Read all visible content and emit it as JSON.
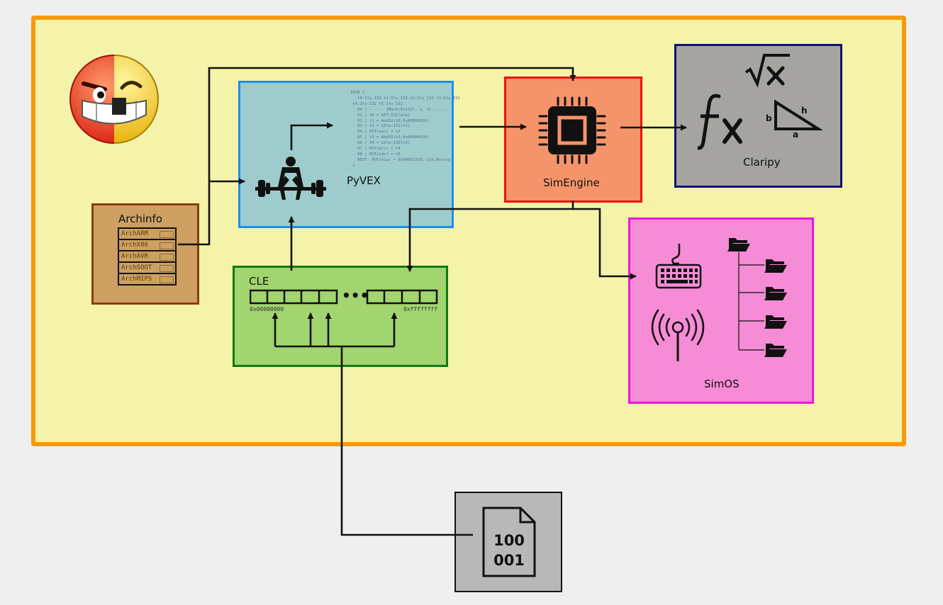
{
  "components": {
    "archinfo": {
      "label": "Archinfo",
      "items": [
        "ArchARM",
        "ArchX86",
        "ArchAVR",
        "ArchSOOT",
        "ArchMIPS"
      ]
    },
    "pyvex": {
      "label": "PyVEX",
      "code": "IRSB {\n   t0:Ity_I32 t1:Ity_I32 t2:Ity_I32 t3:Ity_I32\n t4:Ity_I32 t5:Ity_I32\n   00 | ------ IMark(0x1337, 1, 3) ------\n   01 | t0 = GET:I32(esp)\n   02 | t1 = Add32(t0,0x00000010)\n   03 | t2 = LDle:I32(t1)\n   04 | PUT(eax) = t2\n   05 | t3 = Add32(t0,0x00000018)\n   06 | t4 = LDle:I32(t3)\n   07 | PUT(ecx) = t4\n   08 | PUT(edx) = t5\n   NEXT: PUT(eip) = 0x00001338; Ijk_Boring\n }"
    },
    "simengine": {
      "label": "SimEngine"
    },
    "claripy": {
      "label": "Claripy",
      "triangle_labels": {
        "b": "b",
        "h": "h",
        "a": "a"
      }
    },
    "simos": {
      "label": "SimOS"
    },
    "cle": {
      "label": "CLE",
      "addr_start": "0x00000000",
      "addr_end": "0xffffffff",
      "ellipsis": "•••"
    },
    "binary": {
      "line1": "100",
      "line2": "001"
    }
  },
  "icons": {
    "emoji": "angry-face-icon",
    "pyvex": "weightlifter-icon",
    "simengine": "cpu-chip-icon",
    "claripy": [
      "function-icon",
      "square-root-icon",
      "right-triangle-icon"
    ],
    "simos": [
      "keyboard-icon",
      "antenna-icon",
      "folder-tree-icon"
    ],
    "binary": "binary-file-icon"
  },
  "colors": {
    "frame_fill": "#f4f3a9",
    "frame_border": "#f7990b",
    "archinfo_fill": "#cda062",
    "archinfo_border": "#8a3d0b",
    "pyvex_fill": "#9ecccd",
    "pyvex_border": "#1d8ef0",
    "simengine_fill": "#f5946a",
    "simengine_border": "#ef1010",
    "claripy_fill": "#a5a4a1",
    "claripy_border": "#101079",
    "simos_fill": "#f68bd6",
    "simos_border": "#ee16d9",
    "cle_fill": "#a2d46f",
    "cle_border": "#0f7a10",
    "binary_fill": "#b8b8b8"
  }
}
